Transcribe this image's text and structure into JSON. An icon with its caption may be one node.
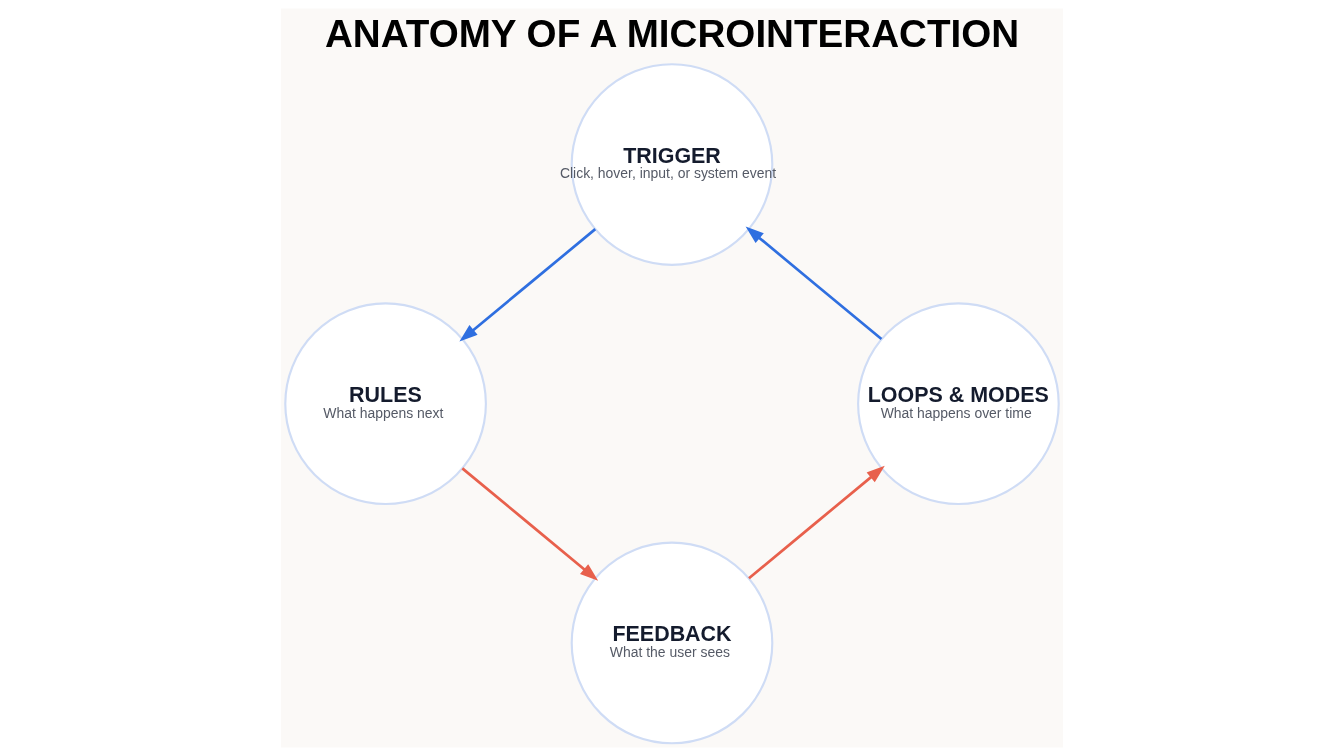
{
  "diagram": {
    "title": "ANATOMY OF A MICROINTERACTION",
    "nodes": [
      {
        "text": [
          "TRIGGER",
          "Click, hover, input, or system event"
        ]
      },
      {
        "text": [
          "RULES",
          "What happens next"
        ]
      },
      {
        "text": [
          "FEEDBACK",
          "What the user sees"
        ]
      },
      {
        "text": [
          "LOOPS & MODES",
          "What happens over time"
        ]
      }
    ],
    "edges": [
      {
        "from": 0,
        "to": 1,
        "arrow": "to",
        "color": "#2f6fe0"
      },
      {
        "from": 1,
        "to": 2,
        "arrow": "to",
        "color": "#e8604c"
      },
      {
        "from": 2,
        "to": 3,
        "arrow": "to",
        "color": "#e8604c"
      },
      {
        "from": 3,
        "to": 0,
        "arrow": "to",
        "color": "#2f6fe0"
      }
    ]
  }
}
